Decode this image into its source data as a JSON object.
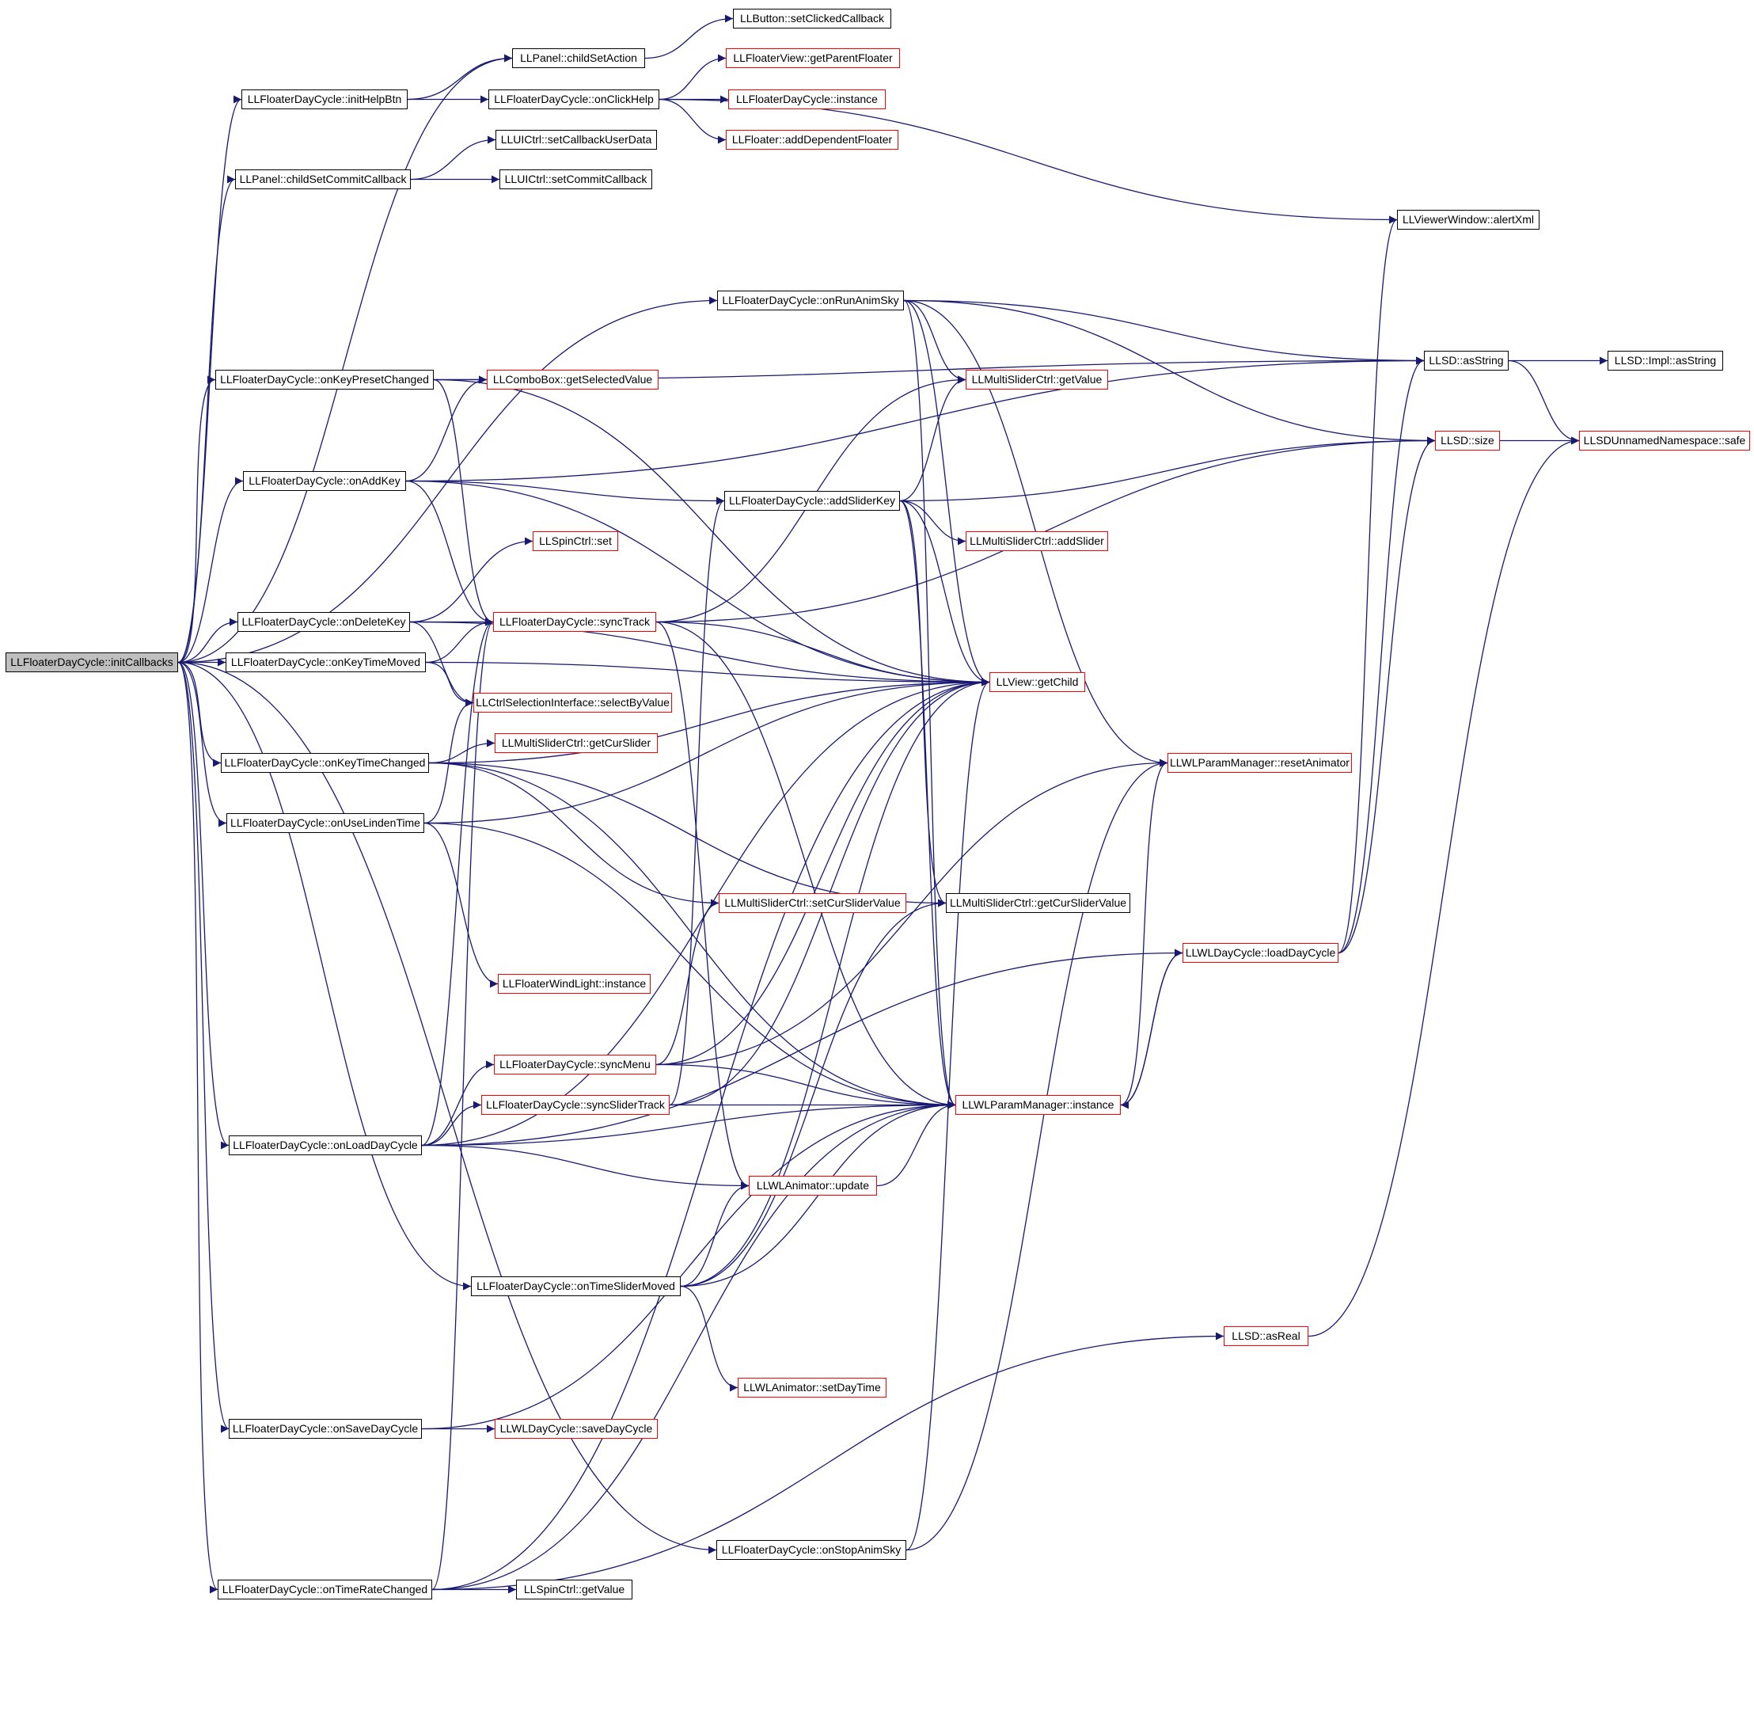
{
  "colors": {
    "edge": "#191970",
    "node_border": "#000000",
    "node_border_external": "#ff0000",
    "root_fill": "#bfbfbf",
    "node_fill": "#ffffff"
  },
  "nodes": [
    {
      "id": "initCallbacks",
      "label": "LLFloaterDayCycle::initCallbacks",
      "style": "root"
    },
    {
      "id": "childSetAction",
      "label": "LLPanel::childSetAction",
      "style": "plain"
    },
    {
      "id": "setClickedCallback",
      "label": "LLButton::setClickedCallback",
      "style": "plain"
    },
    {
      "id": "initHelpBtn",
      "label": "LLFloaterDayCycle::initHelpBtn",
      "style": "plain"
    },
    {
      "id": "onClickHelp",
      "label": "LLFloaterDayCycle::onClickHelp",
      "style": "plain"
    },
    {
      "id": "getParentFloater",
      "label": "LLFloaterView::getParentFloater",
      "style": "external"
    },
    {
      "id": "fdcInstance",
      "label": "LLFloaterDayCycle::instance",
      "style": "external"
    },
    {
      "id": "addDependentFloater",
      "label": "LLFloater::addDependentFloater",
      "style": "external"
    },
    {
      "id": "setCallbackUserData",
      "label": "LLUICtrl::setCallbackUserData",
      "style": "plain"
    },
    {
      "id": "childSetCommitCallback",
      "label": "LLPanel::childSetCommitCallback",
      "style": "plain"
    },
    {
      "id": "setCommitCallback",
      "label": "LLUICtrl::setCommitCallback",
      "style": "plain"
    },
    {
      "id": "alertXml",
      "label": "LLViewerWindow::alertXml",
      "style": "plain"
    },
    {
      "id": "onRunAnimSky",
      "label": "LLFloaterDayCycle::onRunAnimSky",
      "style": "plain"
    },
    {
      "id": "asString",
      "label": "LLSD::asString",
      "style": "plain"
    },
    {
      "id": "implAsString",
      "label": "LLSD::Impl::asString",
      "style": "plain"
    },
    {
      "id": "onKeyPresetChanged",
      "label": "LLFloaterDayCycle::onKeyPresetChanged",
      "style": "plain"
    },
    {
      "id": "getSelectedValue",
      "label": "LLComboBox::getSelectedValue",
      "style": "external"
    },
    {
      "id": "msGetValue",
      "label": "LLMultiSliderCtrl::getValue",
      "style": "external"
    },
    {
      "id": "llsdSize",
      "label": "LLSD::size",
      "style": "external"
    },
    {
      "id": "safe",
      "label": "LLSDUnnamedNamespace::safe",
      "style": "external"
    },
    {
      "id": "onAddKey",
      "label": "LLFloaterDayCycle::onAddKey",
      "style": "plain"
    },
    {
      "id": "addSliderKey",
      "label": "LLFloaterDayCycle::addSliderKey",
      "style": "plain"
    },
    {
      "id": "addSlider",
      "label": "LLMultiSliderCtrl::addSlider",
      "style": "external"
    },
    {
      "id": "spinSet",
      "label": "LLSpinCtrl::set",
      "style": "external"
    },
    {
      "id": "onDeleteKey",
      "label": "LLFloaterDayCycle::onDeleteKey",
      "style": "plain"
    },
    {
      "id": "syncTrack",
      "label": "LLFloaterDayCycle::syncTrack",
      "style": "external"
    },
    {
      "id": "onKeyTimeMoved",
      "label": "LLFloaterDayCycle::onKeyTimeMoved",
      "style": "plain"
    },
    {
      "id": "getChild",
      "label": "LLView::getChild",
      "style": "external"
    },
    {
      "id": "selectByValue",
      "label": "LLCtrlSelectionInterface::selectByValue",
      "style": "external"
    },
    {
      "id": "getCurSlider",
      "label": "LLMultiSliderCtrl::getCurSlider",
      "style": "external"
    },
    {
      "id": "onKeyTimeChanged",
      "label": "LLFloaterDayCycle::onKeyTimeChanged",
      "style": "plain"
    },
    {
      "id": "resetAnimator",
      "label": "LLWLParamManager::resetAnimator",
      "style": "external"
    },
    {
      "id": "onUseLindenTime",
      "label": "LLFloaterDayCycle::onUseLindenTime",
      "style": "plain"
    },
    {
      "id": "setCurSliderValue",
      "label": "LLMultiSliderCtrl::setCurSliderValue",
      "style": "external"
    },
    {
      "id": "getCurSliderValue",
      "label": "LLMultiSliderCtrl::getCurSliderValue",
      "style": "plain"
    },
    {
      "id": "loadDayCycle",
      "label": "LLWLDayCycle::loadDayCycle",
      "style": "external"
    },
    {
      "id": "fwlInstance",
      "label": "LLFloaterWindLight::instance",
      "style": "external"
    },
    {
      "id": "syncMenu",
      "label": "LLFloaterDayCycle::syncMenu",
      "style": "external"
    },
    {
      "id": "syncSliderTrack",
      "label": "LLFloaterDayCycle::syncSliderTrack",
      "style": "external"
    },
    {
      "id": "wlpmInstance",
      "label": "LLWLParamManager::instance",
      "style": "external"
    },
    {
      "id": "onLoadDayCycle",
      "label": "LLFloaterDayCycle::onLoadDayCycle",
      "style": "plain"
    },
    {
      "id": "animUpdate",
      "label": "LLWLAnimator::update",
      "style": "external"
    },
    {
      "id": "onTimeSliderMoved",
      "label": "LLFloaterDayCycle::onTimeSliderMoved",
      "style": "plain"
    },
    {
      "id": "asReal",
      "label": "LLSD::asReal",
      "style": "external"
    },
    {
      "id": "setDayTime",
      "label": "LLWLAnimator::setDayTime",
      "style": "external"
    },
    {
      "id": "onSaveDayCycle",
      "label": "LLFloaterDayCycle::onSaveDayCycle",
      "style": "plain"
    },
    {
      "id": "saveDayCycle",
      "label": "LLWLDayCycle::saveDayCycle",
      "style": "external"
    },
    {
      "id": "onStopAnimSky",
      "label": "LLFloaterDayCycle::onStopAnimSky",
      "style": "plain"
    },
    {
      "id": "onTimeRateChanged",
      "label": "LLFloaterDayCycle::onTimeRateChanged",
      "style": "plain"
    },
    {
      "id": "spinGetValue",
      "label": "LLSpinCtrl::getValue",
      "style": "plain"
    }
  ],
  "edges": [
    [
      "initCallbacks",
      "childSetAction"
    ],
    [
      "initCallbacks",
      "initHelpBtn"
    ],
    [
      "initCallbacks",
      "childSetCommitCallback"
    ],
    [
      "initCallbacks",
      "onRunAnimSky"
    ],
    [
      "initCallbacks",
      "onKeyPresetChanged"
    ],
    [
      "initCallbacks",
      "onAddKey"
    ],
    [
      "initCallbacks",
      "onDeleteKey"
    ],
    [
      "initCallbacks",
      "onKeyTimeMoved"
    ],
    [
      "initCallbacks",
      "onKeyTimeChanged"
    ],
    [
      "initCallbacks",
      "onUseLindenTime"
    ],
    [
      "initCallbacks",
      "onLoadDayCycle"
    ],
    [
      "initCallbacks",
      "onTimeSliderMoved"
    ],
    [
      "initCallbacks",
      "onSaveDayCycle"
    ],
    [
      "initCallbacks",
      "onStopAnimSky"
    ],
    [
      "initCallbacks",
      "onTimeRateChanged"
    ],
    [
      "childSetAction",
      "setClickedCallback"
    ],
    [
      "initHelpBtn",
      "childSetAction"
    ],
    [
      "initHelpBtn",
      "onClickHelp"
    ],
    [
      "onClickHelp",
      "getParentFloater"
    ],
    [
      "onClickHelp",
      "fdcInstance"
    ],
    [
      "onClickHelp",
      "addDependentFloater"
    ],
    [
      "onClickHelp",
      "alertXml"
    ],
    [
      "childSetCommitCallback",
      "setCallbackUserData"
    ],
    [
      "childSetCommitCallback",
      "setCommitCallback"
    ],
    [
      "onRunAnimSky",
      "asString"
    ],
    [
      "onRunAnimSky",
      "msGetValue"
    ],
    [
      "onRunAnimSky",
      "llsdSize"
    ],
    [
      "onRunAnimSky",
      "getChild"
    ],
    [
      "onRunAnimSky",
      "resetAnimator"
    ],
    [
      "onRunAnimSky",
      "wlpmInstance"
    ],
    [
      "asString",
      "implAsString"
    ],
    [
      "asString",
      "safe"
    ],
    [
      "llsdSize",
      "safe"
    ],
    [
      "onKeyPresetChanged",
      "asString"
    ],
    [
      "onKeyPresetChanged",
      "getSelectedValue"
    ],
    [
      "onKeyPresetChanged",
      "getChild"
    ],
    [
      "onKeyPresetChanged",
      "syncTrack"
    ],
    [
      "onAddKey",
      "getSelectedValue"
    ],
    [
      "onAddKey",
      "addSliderKey"
    ],
    [
      "onAddKey",
      "getChild"
    ],
    [
      "onAddKey",
      "syncTrack"
    ],
    [
      "onAddKey",
      "asString"
    ],
    [
      "addSliderKey",
      "msGetValue"
    ],
    [
      "addSliderKey",
      "llsdSize"
    ],
    [
      "addSliderKey",
      "addSlider"
    ],
    [
      "addSliderKey",
      "getChild"
    ],
    [
      "addSliderKey",
      "getCurSliderValue"
    ],
    [
      "addSliderKey",
      "wlpmInstance"
    ],
    [
      "onDeleteKey",
      "spinSet"
    ],
    [
      "onDeleteKey",
      "syncTrack"
    ],
    [
      "onDeleteKey",
      "getChild"
    ],
    [
      "onDeleteKey",
      "selectByValue"
    ],
    [
      "syncTrack",
      "msGetValue"
    ],
    [
      "syncTrack",
      "llsdSize"
    ],
    [
      "syncTrack",
      "getChild"
    ],
    [
      "syncTrack",
      "animUpdate"
    ],
    [
      "syncTrack",
      "wlpmInstance"
    ],
    [
      "onKeyTimeMoved",
      "syncTrack"
    ],
    [
      "onKeyTimeMoved",
      "getChild"
    ],
    [
      "onKeyTimeMoved",
      "selectByValue"
    ],
    [
      "onKeyTimeChanged",
      "getCurSlider"
    ],
    [
      "onKeyTimeChanged",
      "getChild"
    ],
    [
      "onKeyTimeChanged",
      "getCurSliderValue"
    ],
    [
      "onKeyTimeChanged",
      "wlpmInstance"
    ],
    [
      "onKeyTimeChanged",
      "setCurSliderValue"
    ],
    [
      "onUseLindenTime",
      "getChild"
    ],
    [
      "onUseLindenTime",
      "fwlInstance"
    ],
    [
      "onUseLindenTime",
      "wlpmInstance"
    ],
    [
      "onUseLindenTime",
      "selectByValue"
    ],
    [
      "syncMenu",
      "getChild"
    ],
    [
      "syncMenu",
      "wlpmInstance"
    ],
    [
      "syncMenu",
      "setCurSliderValue"
    ],
    [
      "syncMenu",
      "resetAnimator"
    ],
    [
      "syncSliderTrack",
      "wlpmInstance"
    ],
    [
      "syncSliderTrack",
      "addSliderKey"
    ],
    [
      "syncSliderTrack",
      "getChild"
    ],
    [
      "wlpmInstance",
      "resetAnimator"
    ],
    [
      "wlpmInstance",
      "loadDayCycle"
    ],
    [
      "loadDayCycle",
      "wlpmInstance"
    ],
    [
      "loadDayCycle",
      "alertXml"
    ],
    [
      "loadDayCycle",
      "asString"
    ],
    [
      "loadDayCycle",
      "llsdSize"
    ],
    [
      "onLoadDayCycle",
      "syncMenu"
    ],
    [
      "onLoadDayCycle",
      "syncSliderTrack"
    ],
    [
      "onLoadDayCycle",
      "getChild"
    ],
    [
      "onLoadDayCycle",
      "animUpdate"
    ],
    [
      "onLoadDayCycle",
      "loadDayCycle"
    ],
    [
      "onLoadDayCycle",
      "wlpmInstance"
    ],
    [
      "onLoadDayCycle",
      "syncTrack"
    ],
    [
      "animUpdate",
      "wlpmInstance"
    ],
    [
      "onTimeSliderMoved",
      "animUpdate"
    ],
    [
      "onTimeSliderMoved",
      "getChild"
    ],
    [
      "onTimeSliderMoved",
      "wlpmInstance"
    ],
    [
      "onTimeSliderMoved",
      "setDayTime"
    ],
    [
      "onTimeSliderMoved",
      "getCurSliderValue"
    ],
    [
      "asReal",
      "safe"
    ],
    [
      "onSaveDayCycle",
      "saveDayCycle"
    ],
    [
      "onSaveDayCycle",
      "wlpmInstance"
    ],
    [
      "onStopAnimSky",
      "getChild"
    ],
    [
      "onStopAnimSky",
      "resetAnimator"
    ],
    [
      "onTimeRateChanged",
      "spinGetValue"
    ],
    [
      "onTimeRateChanged",
      "syncTrack"
    ],
    [
      "onTimeRateChanged",
      "wlpmInstance"
    ],
    [
      "onTimeRateChanged",
      "asReal"
    ],
    [
      "onTimeRateChanged",
      "getChild"
    ]
  ]
}
